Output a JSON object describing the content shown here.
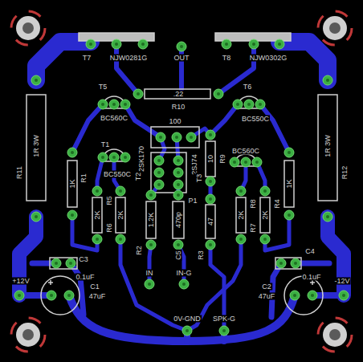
{
  "diagram": {
    "labels": [
      "T7",
      "NJW0281G",
      "OUT",
      "T8",
      "NJW0302G",
      "R11",
      "1R 3W",
      "R12",
      "1R 3W",
      "T5",
      "BC560C",
      ".22",
      "R10",
      "T6",
      "BC550C",
      "100",
      "T1",
      "BC550C",
      "2SK170",
      "P1",
      "2SJ74",
      "R9",
      "10",
      "BC560C",
      "R1",
      "1K",
      "T2",
      "T3",
      "R5",
      "2K",
      "R6",
      "2K",
      "R2",
      "1.2K",
      "C5",
      "470p",
      "R3",
      "47",
      "2K",
      "R8",
      "R7",
      "2K",
      "R4",
      "1K",
      "C3",
      "0.1uF",
      "C4",
      "0.1uF",
      "+12V",
      "C1",
      "47uF",
      "IN",
      "IN-G",
      "C2",
      "47uF",
      "-12V",
      "0V-GND",
      "SPK-G"
    ]
  }
}
